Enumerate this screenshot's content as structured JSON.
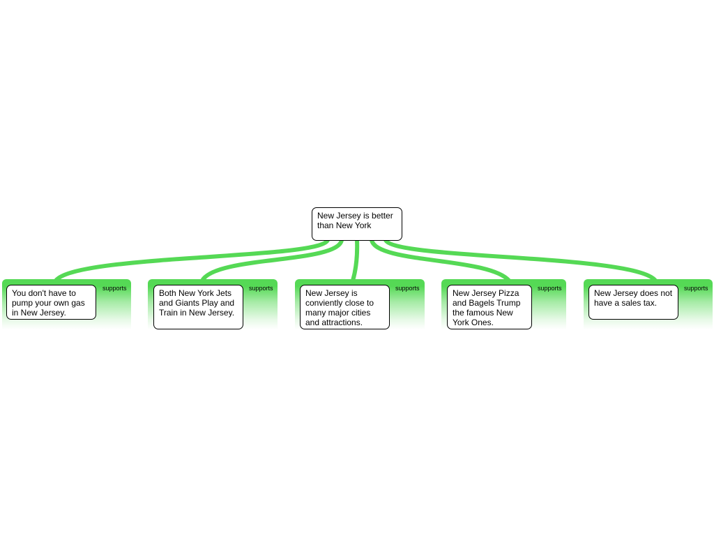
{
  "diagram": {
    "main_claim": {
      "text": "New Jersey is better than New York"
    },
    "reasons": [
      {
        "text": "You don't have to pump your own gas in New Jersey.",
        "relation": "supports"
      },
      {
        "text": "Both New York Jets and Giants Play and Train in New Jersey.",
        "relation": "supports"
      },
      {
        "text": "New Jersey is conviently close to many major cities and attractions.",
        "relation": "supports"
      },
      {
        "text": "New Jersey Pizza and Bagels Trump the famous New York Ones.",
        "relation": "supports"
      },
      {
        "text": "New Jersey does not have a sales tax.",
        "relation": "supports"
      }
    ],
    "colors": {
      "connector": "#55d955",
      "panel_top": "#55d955",
      "box_border": "#000000",
      "box_fill": "#ffffff"
    }
  }
}
